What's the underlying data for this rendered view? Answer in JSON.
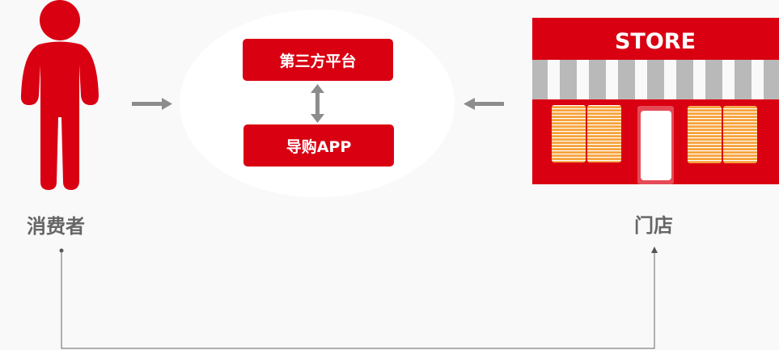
{
  "consumer": {
    "label": "消费者",
    "icon": "person-icon"
  },
  "platform": {
    "third_party": "第三方平台",
    "shopping_app": "导购APP"
  },
  "store": {
    "sign": "STORE",
    "label": "门店",
    "icon": "storefront-icon"
  },
  "colors": {
    "brand_red": "#d90012",
    "arrow_gray": "#8c8c8c",
    "label_gray": "#666666",
    "background": "#f9f9f9"
  }
}
